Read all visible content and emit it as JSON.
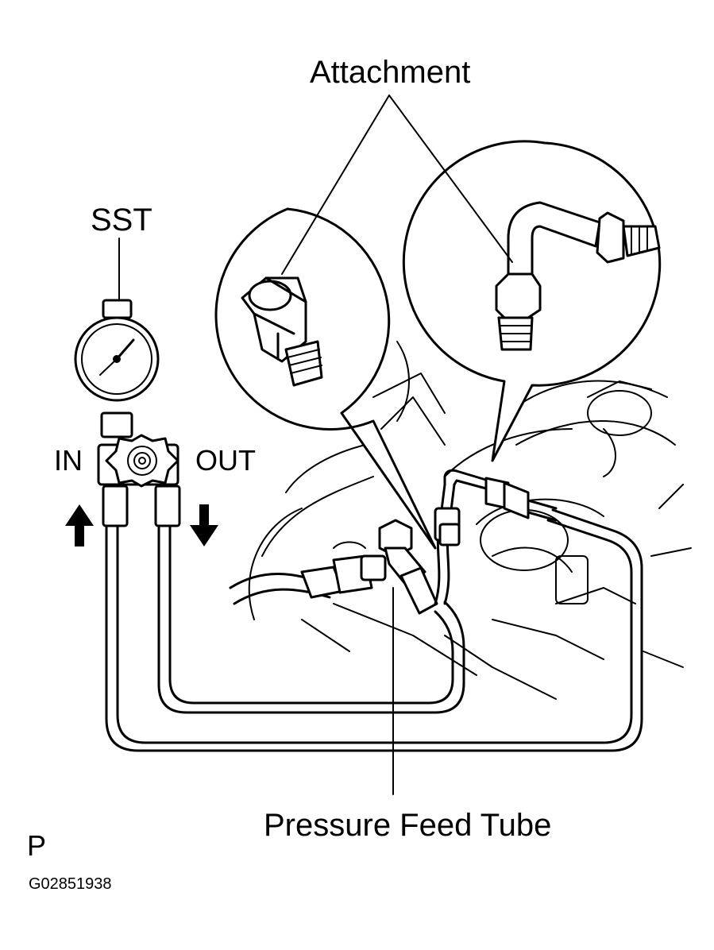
{
  "labels": {
    "attachment": "Attachment",
    "sst": "SST",
    "in": "IN",
    "out": "OUT",
    "pressure_feed_tube": "Pressure Feed Tube",
    "page_letter": "P",
    "figure_code": "G02851938"
  },
  "icons": {
    "in_arrow": "arrow-up-icon",
    "out_arrow": "arrow-down-icon",
    "gauge": "pressure-gauge-icon",
    "valve": "valve-knob-icon"
  }
}
